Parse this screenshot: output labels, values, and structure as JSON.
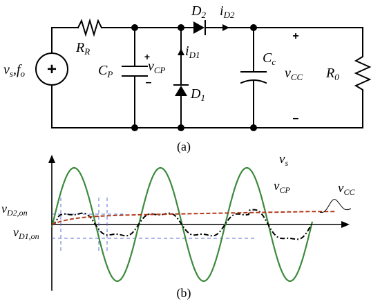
{
  "circuit": {
    "source_label": "v",
    "source_sub": "s",
    "source_sep": ",f",
    "source_sub2": "o",
    "rr_label": "R",
    "rr_sub": "R",
    "cp_label": "C",
    "cp_sub": "P",
    "vcp_label": "v",
    "vcp_sub": "CP",
    "d2_label": "D",
    "d2_sub": "2",
    "id2_label": "i",
    "id2_sub": "D2",
    "id1_label": "i",
    "id1_sub": "D1",
    "d1_label": "D",
    "d1_sub": "1",
    "cc_label": "C",
    "cc_sub": "c",
    "vcc_label": "v",
    "vcc_sub": "CC",
    "r0_label": "R",
    "r0_sub": "0",
    "plus": "+",
    "minus": "–",
    "caption": "(a)"
  },
  "waveform": {
    "vs_label": "v",
    "vs_sub": "s",
    "vcp_label": "v",
    "vcp_sub": "CP",
    "vcc_label": "v",
    "vcc_sub": "CC",
    "vd2_label": "v",
    "vd2_sub": "D2,on",
    "vd1_label": "v",
    "vd1_sub": "D1,on",
    "caption": "(b)",
    "colors": {
      "vs": "#3c8a3c",
      "vcp": "#000000",
      "vcc": "#b03a1a",
      "guides": "#5a6fd0"
    }
  }
}
